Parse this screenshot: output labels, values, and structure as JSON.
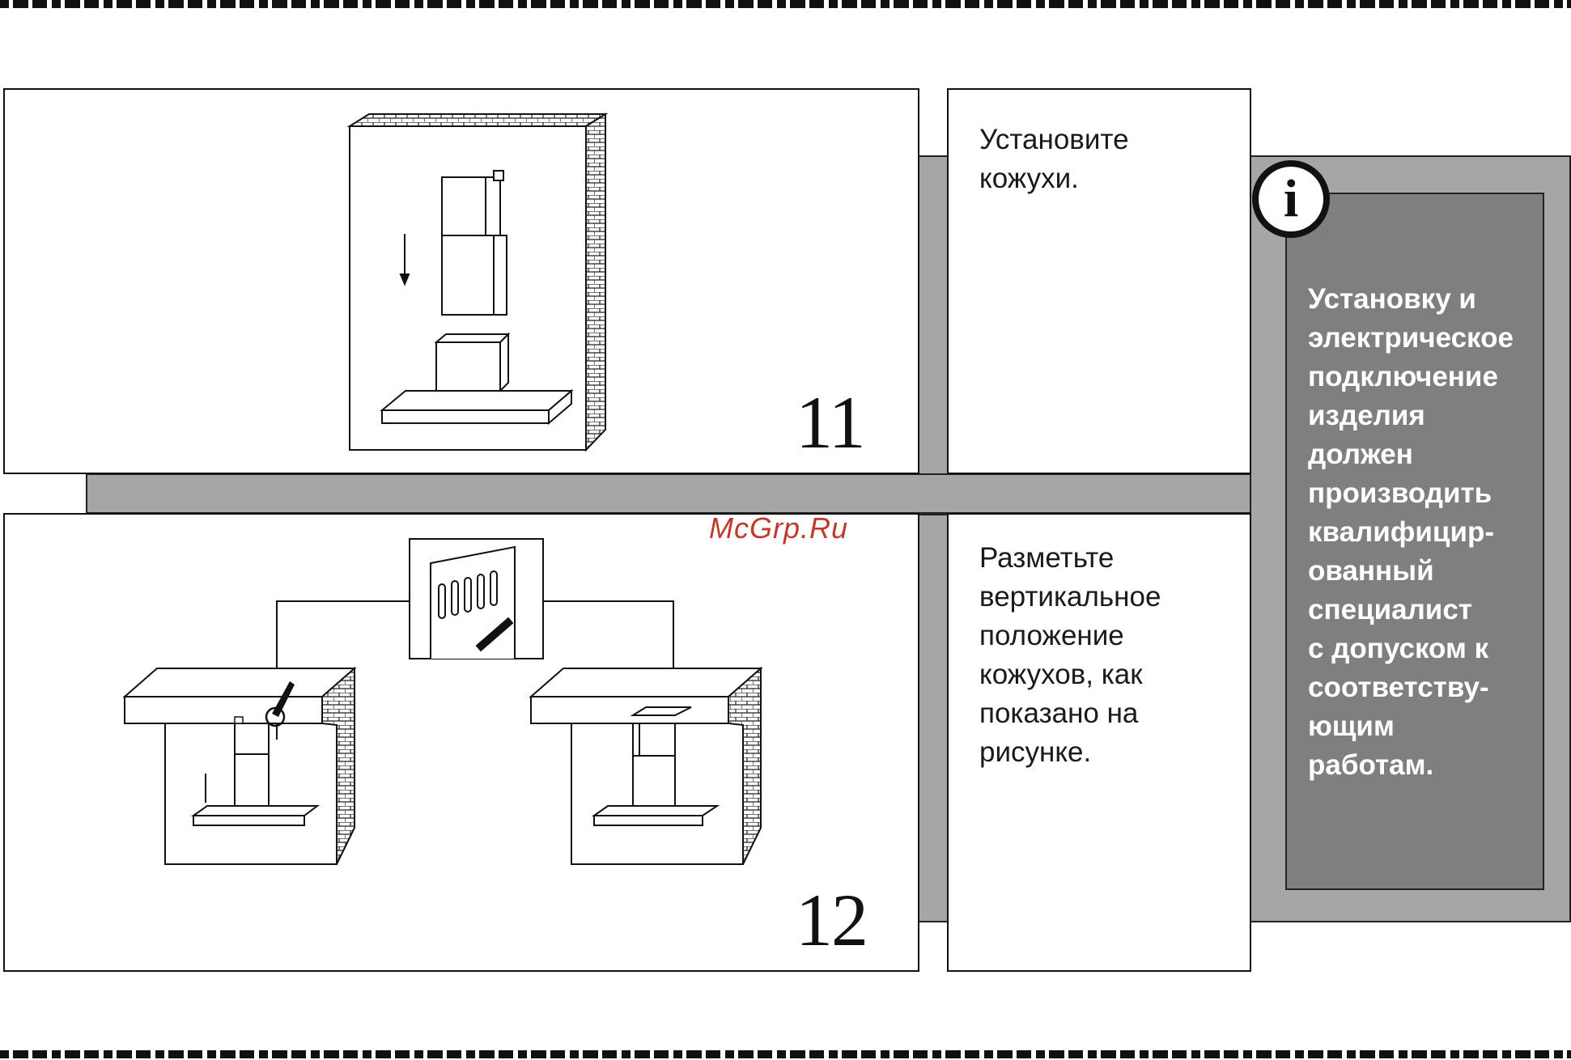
{
  "steps": [
    {
      "number": "11",
      "text": "Установите\nкожухи."
    },
    {
      "number": "12",
      "text": "Разметьте\nвертикальное\nположение\nкожухов, как\nпоказано на\nрисунке."
    }
  ],
  "info": {
    "icon": "info-icon",
    "glyph": "i",
    "text": "Установку и\nэлектрическое\nподключение\nизделия\nдолжен\nпроизводить\nквалифицир-\nованный\nспециалист\nс допуском к\nсоответству-\nющим\nработам."
  },
  "watermark": "McGrp.Ru",
  "colors": {
    "band": "#a6a6a6",
    "info_box": "#7f7f7f",
    "watermark": "#c0392b"
  }
}
